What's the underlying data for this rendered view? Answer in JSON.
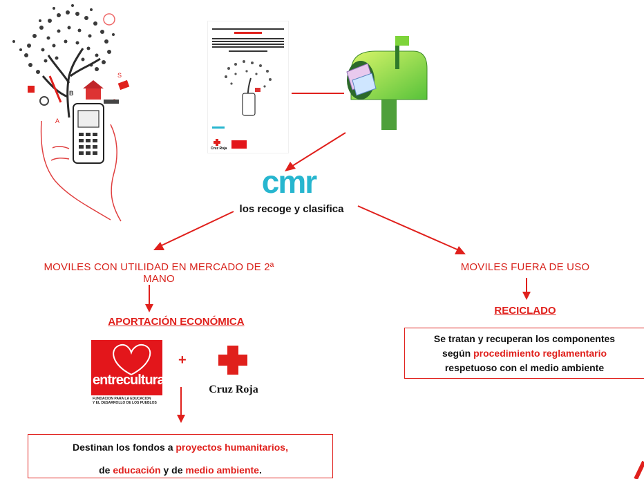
{
  "cmr": {
    "logo_text": "cmr",
    "caption": "los recoge y clasifica"
  },
  "branches": {
    "left_label": "MOVILES CON UTILIDAD EN MERCADO DE 2ª MANO",
    "right_label": "MOVILES FUERA DE USO"
  },
  "left": {
    "title": "APORTACIÓN ECONÓMICA",
    "plus": "+",
    "entreculturas_name": "entreculturas",
    "entreculturas_subtitle_1": "FUNDACION PARA LA EDUCACION",
    "entreculturas_subtitle_2": "Y EL DESARROLLO DE LOS PUEBLOS",
    "cruz_roja_name": "Cruz Roja",
    "box_line1_prefix": "Destinan los fondos a ",
    "box_line1_highlight": "proyectos humanitarios,",
    "box_line2_prefix": "de ",
    "box_line2_highlight1": "educación",
    "box_line2_middle": " y de ",
    "box_line2_highlight2": "medio ambiente",
    "box_line2_suffix": "."
  },
  "right": {
    "title": "RECICLADO",
    "box_line1": "Se tratan y recuperan los componentes",
    "box_line2_prefix": "según ",
    "box_line2_highlight": "procedimiento reglamentario",
    "box_line3": "respetuoso con el medio ambiente"
  },
  "poster": {
    "cross_label": "Cruz Roja"
  },
  "colors": {
    "accent_red": "#e0201c",
    "cmr_blue": "#27b6cf",
    "mailbox_green": "#9ee03a",
    "entreculturas_red": "#e3161b"
  }
}
